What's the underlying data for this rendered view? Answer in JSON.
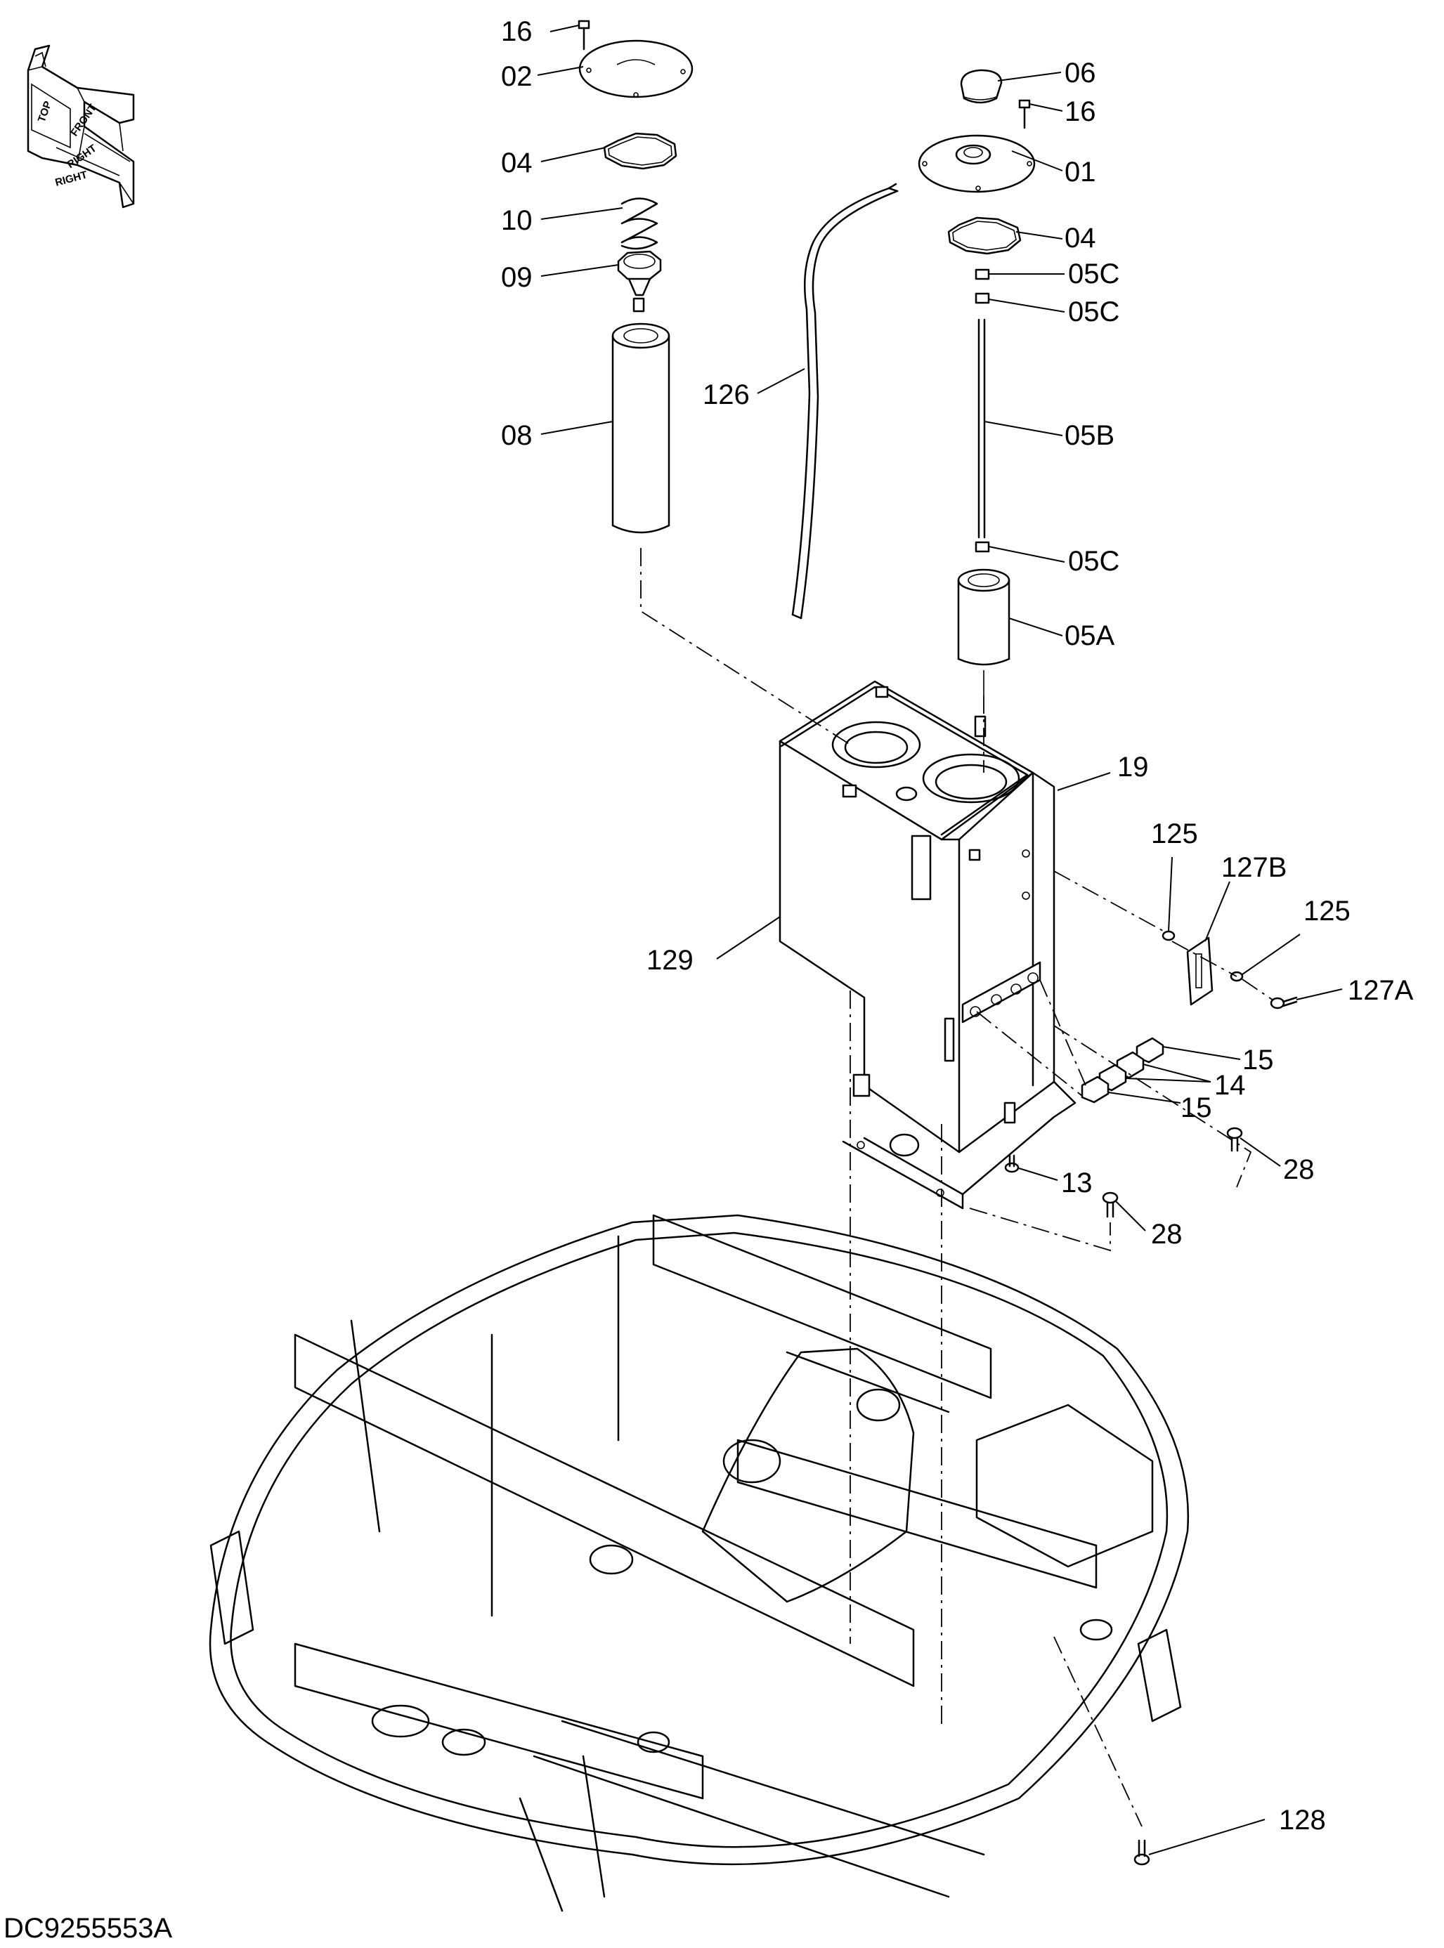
{
  "diagram": {
    "doc_id": "DC9255553A",
    "orientation_labels": {
      "top": "TOP",
      "front": "FRONT",
      "right_upper": "RIGHT",
      "right_lower": "RIGHT"
    },
    "callouts": {
      "c16a": "16",
      "c02": "02",
      "c04a": "04",
      "c10": "10",
      "c09": "09",
      "c08": "08",
      "c126": "126",
      "c06": "06",
      "c16b": "16",
      "c01": "01",
      "c04b": "04",
      "c05c1": "05C",
      "c05c2": "05C",
      "c05b": "05B",
      "c05c3": "05C",
      "c05a": "05A",
      "c19": "19",
      "c129": "129",
      "c125a": "125",
      "c127b": "127B",
      "c125b": "125",
      "c127a": "127A",
      "c15a": "15",
      "c14": "14",
      "c15b": "15",
      "c28a": "28",
      "c13": "13",
      "c28b": "28",
      "c128": "128"
    }
  }
}
